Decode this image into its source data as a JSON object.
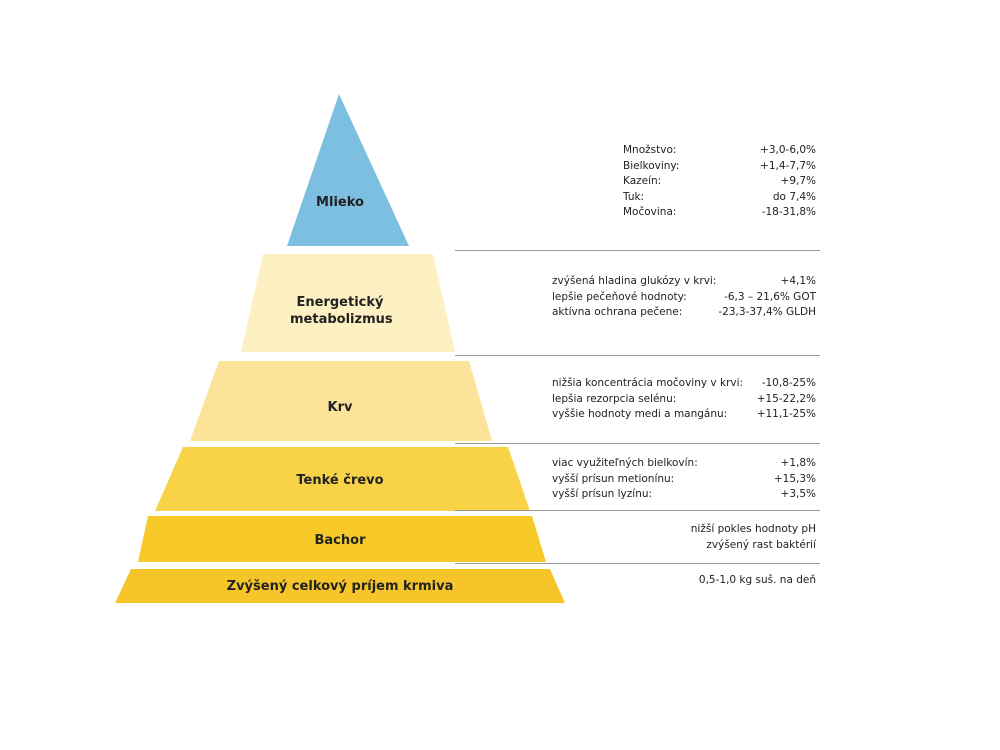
{
  "colors": {
    "milk": "#7dbfe0",
    "energy": "#fdf0c2",
    "blood": "#fbe49a",
    "intestine": "#f8d247",
    "rumen": "#f6c928",
    "intake": "#f6c52a",
    "separator": "#9a9a9a"
  },
  "levels": [
    {
      "id": "milk",
      "label": "Mlieko"
    },
    {
      "id": "energy",
      "label": "Energetický metabolizmus"
    },
    {
      "id": "blood",
      "label": "Krv"
    },
    {
      "id": "intestine",
      "label": "Tenké črevo"
    },
    {
      "id": "rumen",
      "label": "Bachor"
    },
    {
      "id": "intake",
      "label": "Zvýšený celkový príjem krmiva"
    }
  ],
  "milk_rows": [
    {
      "k": "Množstvo:",
      "v": "+3,0-6,0%"
    },
    {
      "k": "Bielkoviny:",
      "v": "+1,4-7,7%"
    },
    {
      "k": "Kazeín:",
      "v": "+9,7%"
    },
    {
      "k": "Tuk:",
      "v": "do 7,4%"
    },
    {
      "k": "Močovina:",
      "v": "-18-31,8%"
    }
  ],
  "energy_rows": [
    {
      "k": "zvýšená hladina glukózy v krvi:",
      "v": "+4,1%"
    },
    {
      "k": "lepšie pečeňové hodnoty:",
      "v": "-6,3 – 21,6% GOT"
    },
    {
      "k": "aktívna ochrana pečene:",
      "v": "-23,3-37,4% GLDH"
    }
  ],
  "blood_rows": [
    {
      "k": "nižšia koncentrácia močoviny v krvi:",
      "v": "-10,8-25%"
    },
    {
      "k": "lepšia rezorpcia selénu:",
      "v": "+15-22,2%"
    },
    {
      "k": "vyššie hodnoty medi a mangánu:",
      "v": "+11,1-25%"
    }
  ],
  "intestine_rows": [
    {
      "k": "viac využiteľných bielkovín:",
      "v": "+1,8%"
    },
    {
      "k": "vyšší prísun metionínu:",
      "v": "+15,3%"
    },
    {
      "k": "vyšší prísun lyzínu:",
      "v": "+3,5%"
    }
  ],
  "rumen_lines": [
    "nižší pokles hodnoty pH",
    "zvýšený rast baktérií"
  ],
  "intake_lines": [
    "0,5-1,0 kg suš. na deň"
  ]
}
